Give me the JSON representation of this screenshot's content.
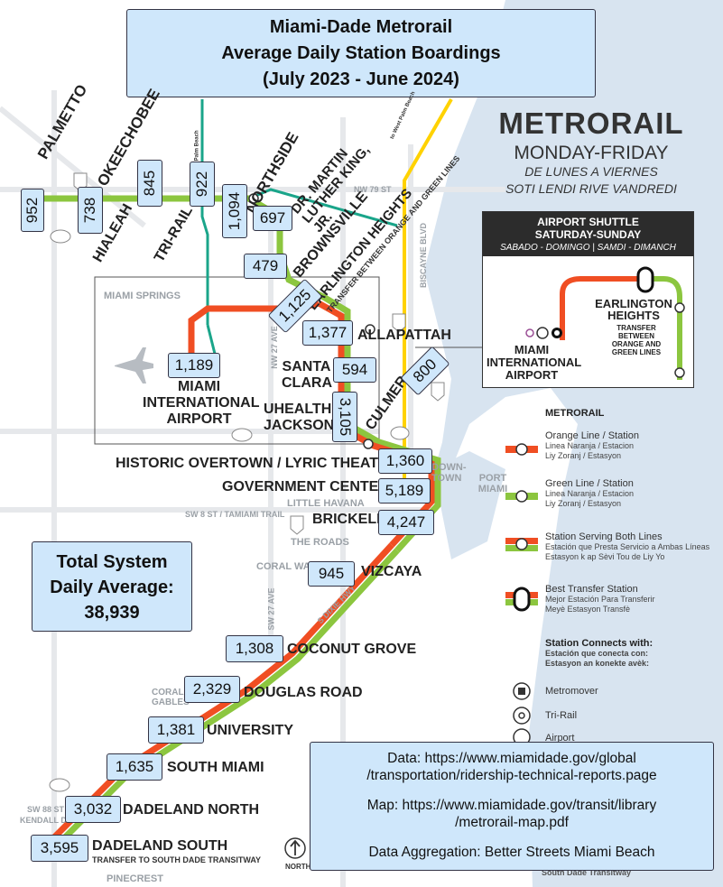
{
  "title": {
    "line1": "Miami-Dade Metrorail",
    "line2": "Average Daily Station Boardings",
    "line3": "(July 2023 - June 2024)"
  },
  "brand": {
    "heading": "METRORAIL",
    "days_en": "MONDAY-FRIDAY",
    "days_es": "DE LUNES A VIERNES",
    "days_ht": "SOTI LENDI RIVE VANDREDI"
  },
  "airport_shuttle": {
    "title": "AIRPORT SHUTTLE",
    "days": "SATURDAY-SUNDAY",
    "days_translated": "SABADO - DOMINGO | SAMDI - DIMANCH",
    "station_a": "EARLINGTON HEIGHTS",
    "station_a_note": "TRANSFER BETWEEN ORANGE AND GREEN LINES",
    "station_b": "MIAMI INTERNATIONAL AIRPORT"
  },
  "stations": [
    {
      "name": "PALMETTO",
      "boardings": "952"
    },
    {
      "name": "OKEECHOBEE",
      "boardings": "738"
    },
    {
      "name": "HIALEAH",
      "boardings": "845"
    },
    {
      "name": "TRI-RAIL",
      "boardings": "922"
    },
    {
      "name": "NORTHSIDE",
      "boardings": "1,094"
    },
    {
      "name": "DR. MARTIN LUTHER KING, JR.",
      "boardings": "697"
    },
    {
      "name": "BROWNSVILLE",
      "boardings": "479"
    },
    {
      "name": "EARLINGTON HEIGHTS",
      "boardings": "1,125",
      "note": "TRANSFER BETWEEN ORANGE AND GREEN LINES"
    },
    {
      "name": "ALLAPATTAH",
      "boardings": "1,377"
    },
    {
      "name": "MIAMI INTERNATIONAL AIRPORT",
      "boardings": "1,189"
    },
    {
      "name": "SANTA CLARA",
      "boardings": "594"
    },
    {
      "name": "CULMER",
      "boardings": "800"
    },
    {
      "name": "UHEALTH JACKSON",
      "boardings": "3,105"
    },
    {
      "name": "HISTORIC OVERTOWN / LYRIC THEATRE",
      "boardings": "1,360"
    },
    {
      "name": "GOVERNMENT CENTER",
      "boardings": "5,189"
    },
    {
      "name": "BRICKELL",
      "boardings": "4,247"
    },
    {
      "name": "VIZCAYA",
      "boardings": "945"
    },
    {
      "name": "COCONUT GROVE",
      "boardings": "1,308"
    },
    {
      "name": "DOUGLAS ROAD",
      "boardings": "2,329"
    },
    {
      "name": "UNIVERSITY",
      "boardings": "1,381"
    },
    {
      "name": "SOUTH MIAMI",
      "boardings": "1,635"
    },
    {
      "name": "DADELAND NORTH",
      "boardings": "3,032"
    },
    {
      "name": "DADELAND SOUTH",
      "boardings": "3,595",
      "note": "TRANSFER TO SOUTH DADE TRANSITWAY"
    }
  ],
  "total": {
    "line1": "Total System",
    "line2": "Daily Average:",
    "value": "38,939"
  },
  "sources": {
    "data_1": "Data: https://www.miamidade.gov/global",
    "data_2": "/transportation/ridership-technical-reports.page",
    "map_1": "Map: https://www.miamidade.gov/transit/library",
    "map_2": "/metrorail-map.pdf",
    "aggregation": "Data Aggregation: Better Streets Miami Beach"
  },
  "legend": {
    "title": "METRORAIL",
    "orange": {
      "label": "Orange Line / Station",
      "es": "Linea Naranja / Estacion",
      "ht": "Liy Zoranj / Estasyon"
    },
    "green": {
      "label": "Green Line / Station",
      "es": "Linea Naranja / Estacion",
      "ht": "Liy Zoranj / Estasyon"
    },
    "both": {
      "label": "Station Serving Both Lines",
      "es": "Estación que Presta Servicio a Ambas Líneas",
      "ht": "Estasyon k ap Sèvi Tou de Liy Yo"
    },
    "transfer": {
      "label": "Best Transfer Station",
      "es": "Mejor Estación Para Transferir",
      "ht": "Meyè Estasyon Transfè"
    },
    "connects_title": "Station Connects with:",
    "connects_es": "Estación que conecta con:",
    "connects_ht": "Estasyon an konekte avèk:",
    "metromover": "Metromover",
    "trirail": "Tri-Rail",
    "airport": "Airport"
  },
  "map_labels": {
    "miami_springs": "MIAMI SPRINGS",
    "little_havana": "LITTLE HAVANA",
    "the_roads": "THE ROADS",
    "coral_way": "CORAL WA",
    "port_miami": "PORT MIAMI",
    "downtown": "DOWN-TOWN",
    "sw8": "SW 8 ST / TAMIAMI TRAIL",
    "nw79": "NW 79 ST",
    "biscayne": "BISCAYNE BLVD",
    "nw27": "NW 27 AVE",
    "sw27": "SW 27 AVE",
    "sdixie": "S DIXIE HWY",
    "sw88": "SW 88 ST",
    "kendall": "KENDALL D",
    "pinecrest": "PINECREST",
    "coral_gables": "CORAL GABLES",
    "north": "NORTH",
    "west_palm": "to West Palm Beach",
    "transitway": "South Dade Transitway"
  },
  "colors": {
    "orange": "#f04e23",
    "green": "#8cc63f",
    "teal": "#1aa58a",
    "yellow": "#ffd200",
    "water": "#d8e4f0",
    "box": "#cfe7fb"
  }
}
